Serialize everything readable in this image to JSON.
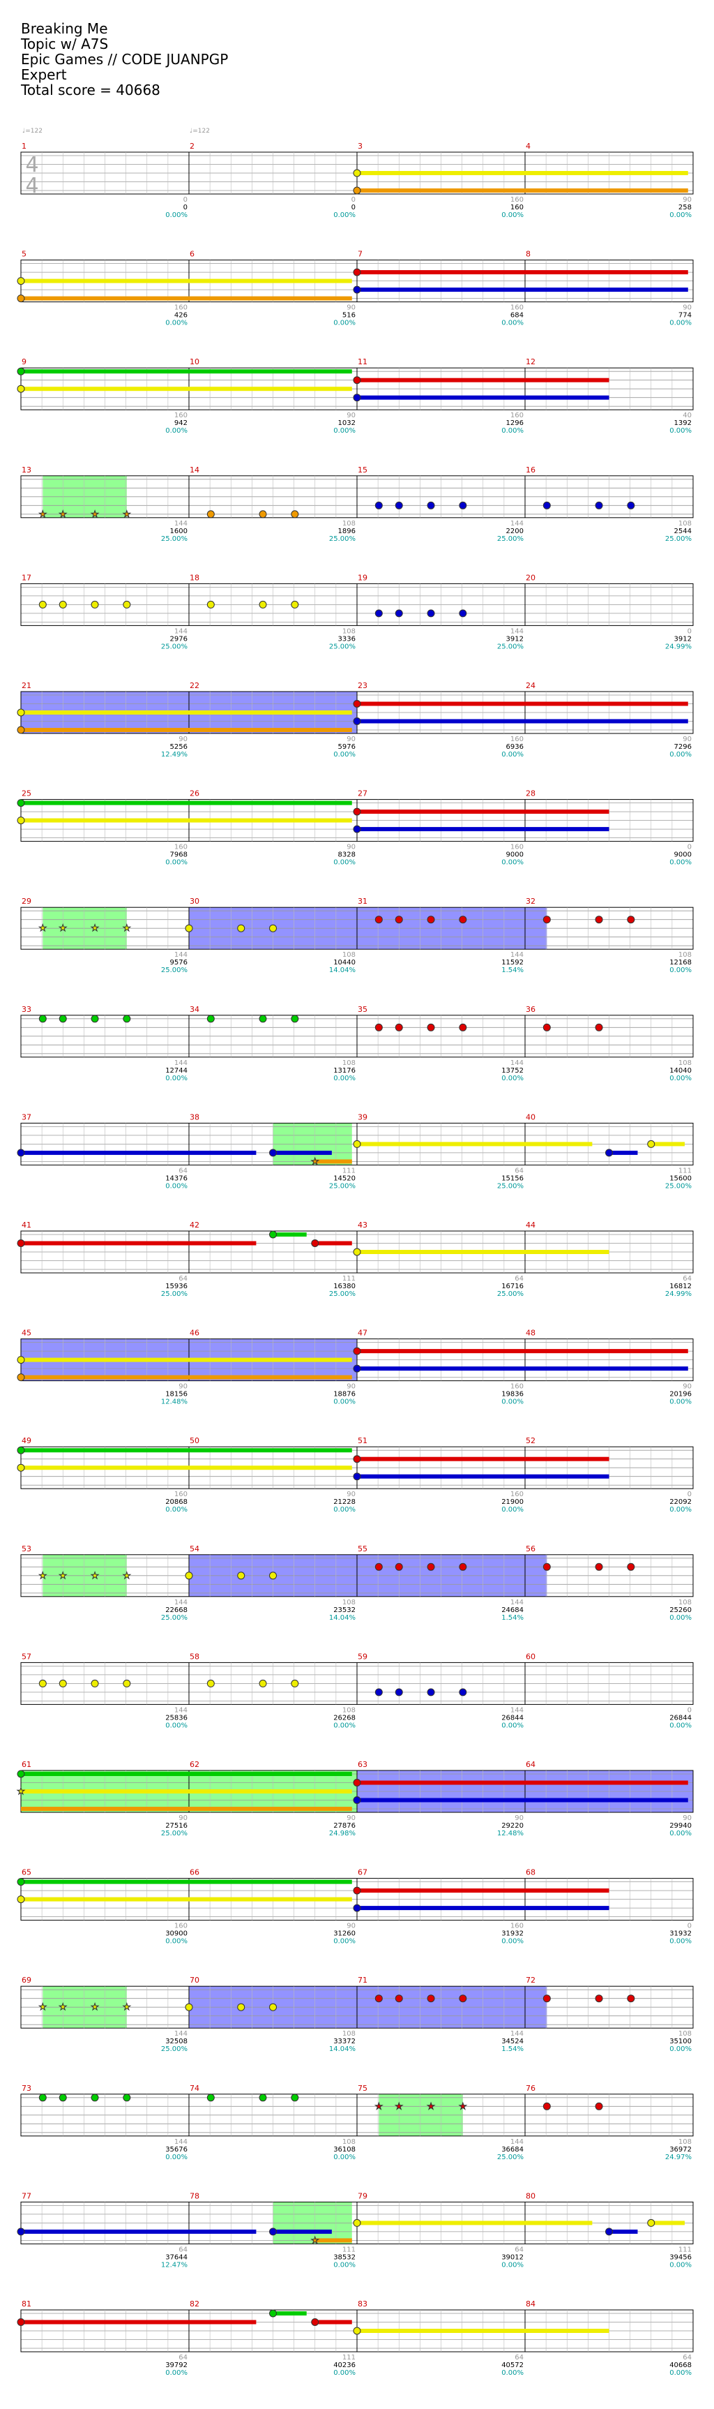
{
  "header": {
    "song_title": "Breaking Me",
    "artist": "Topic w/ A7S",
    "charter": "Epic Games // CODE JUANPGP",
    "difficulty": "Expert",
    "total_score": "Total score = 40668"
  },
  "tempo_markers": [
    "♩=122",
    "♩=122"
  ],
  "time_signature": [
    "4",
    "4"
  ],
  "colors": {
    "green": "#00cc00",
    "red": "#dd0000",
    "yellow": "#eeee00",
    "blue": "#0000cc",
    "orange": "#ee9900",
    "label_red": "#cc0000",
    "score_black": "#000000",
    "percent_teal": "#009999",
    "tick_gray": "#999999",
    "starpower": "#80ff80",
    "solo": "#8080ff"
  },
  "measures": [
    {
      "n": "1",
      "sub": "0",
      "score": "0",
      "pct": "0.00%"
    },
    {
      "n": "2",
      "sub": "0",
      "score": "0",
      "pct": "0.00%"
    },
    {
      "n": "3",
      "sub": "160",
      "score": "160",
      "pct": "0.00%"
    },
    {
      "n": "4",
      "sub": "90",
      "score": "258",
      "pct": "0.00%"
    },
    {
      "n": "5",
      "sub": "160",
      "score": "426",
      "pct": "0.00%"
    },
    {
      "n": "6",
      "sub": "90",
      "score": "516",
      "pct": "0.00%"
    },
    {
      "n": "7",
      "sub": "160",
      "score": "684",
      "pct": "0.00%"
    },
    {
      "n": "8",
      "sub": "90",
      "score": "774",
      "pct": "0.00%"
    },
    {
      "n": "9",
      "sub": "160",
      "score": "942",
      "pct": "0.00%"
    },
    {
      "n": "10",
      "sub": "90",
      "score": "1032",
      "pct": "0.00%"
    },
    {
      "n": "11",
      "sub": "160",
      "score": "1296",
      "pct": "0.00%"
    },
    {
      "n": "12",
      "sub": "40",
      "score": "1392",
      "pct": "0.00%"
    },
    {
      "n": "13",
      "sub": "144",
      "score": "1600",
      "pct": "25.00%"
    },
    {
      "n": "14",
      "sub": "108",
      "score": "1896",
      "pct": "25.00%"
    },
    {
      "n": "15",
      "sub": "144",
      "score": "2200",
      "pct": "25.00%"
    },
    {
      "n": "16",
      "sub": "108",
      "score": "2544",
      "pct": "25.00%"
    },
    {
      "n": "17",
      "sub": "144",
      "score": "2976",
      "pct": "25.00%"
    },
    {
      "n": "18",
      "sub": "108",
      "score": "3336",
      "pct": "25.00%"
    },
    {
      "n": "19",
      "sub": "144",
      "score": "3912",
      "pct": "25.00%"
    },
    {
      "n": "20",
      "sub": "0",
      "score": "3912",
      "pct": "24.99%"
    },
    {
      "n": "21",
      "sub": "90",
      "score": "5256",
      "pct": "12.49%"
    },
    {
      "n": "22",
      "sub": "90",
      "score": "5976",
      "pct": "0.00%"
    },
    {
      "n": "23",
      "sub": "160",
      "score": "6936",
      "pct": "0.00%"
    },
    {
      "n": "24",
      "sub": "90",
      "score": "7296",
      "pct": "0.00%"
    },
    {
      "n": "25",
      "sub": "160",
      "score": "7968",
      "pct": "0.00%"
    },
    {
      "n": "26",
      "sub": "90",
      "score": "8328",
      "pct": "0.00%"
    },
    {
      "n": "27",
      "sub": "160",
      "score": "9000",
      "pct": "0.00%"
    },
    {
      "n": "28",
      "sub": "0",
      "score": "9000",
      "pct": "0.00%"
    },
    {
      "n": "29",
      "sub": "144",
      "score": "9576",
      "pct": "25.00%"
    },
    {
      "n": "30",
      "sub": "108",
      "score": "10440",
      "pct": "14.04%"
    },
    {
      "n": "31",
      "sub": "144",
      "score": "11592",
      "pct": "1.54%"
    },
    {
      "n": "32",
      "sub": "108",
      "score": "12168",
      "pct": "0.00%"
    },
    {
      "n": "33",
      "sub": "144",
      "score": "12744",
      "pct": "0.00%"
    },
    {
      "n": "34",
      "sub": "108",
      "score": "13176",
      "pct": "0.00%"
    },
    {
      "n": "35",
      "sub": "144",
      "score": "13752",
      "pct": "0.00%"
    },
    {
      "n": "36",
      "sub": "108",
      "score": "14040",
      "pct": "0.00%"
    },
    {
      "n": "37",
      "sub": "64",
      "score": "14376",
      "pct": "0.00%"
    },
    {
      "n": "38",
      "sub": "111",
      "score": "14520",
      "pct": "25.00%"
    },
    {
      "n": "39",
      "sub": "64",
      "score": "15156",
      "pct": "25.00%"
    },
    {
      "n": "40",
      "sub": "111",
      "score": "15600",
      "pct": "25.00%"
    },
    {
      "n": "41",
      "sub": "64",
      "score": "15936",
      "pct": "25.00%"
    },
    {
      "n": "42",
      "sub": "111",
      "score": "16380",
      "pct": "25.00%"
    },
    {
      "n": "43",
      "sub": "64",
      "score": "16716",
      "pct": "25.00%"
    },
    {
      "n": "44",
      "sub": "64",
      "score": "16812",
      "pct": "24.99%"
    },
    {
      "n": "45",
      "sub": "90",
      "score": "18156",
      "pct": "12.48%"
    },
    {
      "n": "46",
      "sub": "90",
      "score": "18876",
      "pct": "0.00%"
    },
    {
      "n": "47",
      "sub": "160",
      "score": "19836",
      "pct": "0.00%"
    },
    {
      "n": "48",
      "sub": "90",
      "score": "20196",
      "pct": "0.00%"
    },
    {
      "n": "49",
      "sub": "160",
      "score": "20868",
      "pct": "0.00%"
    },
    {
      "n": "50",
      "sub": "90",
      "score": "21228",
      "pct": "0.00%"
    },
    {
      "n": "51",
      "sub": "160",
      "score": "21900",
      "pct": "0.00%"
    },
    {
      "n": "52",
      "sub": "0",
      "score": "22092",
      "pct": "0.00%"
    },
    {
      "n": "53",
      "sub": "144",
      "score": "22668",
      "pct": "25.00%"
    },
    {
      "n": "54",
      "sub": "108",
      "score": "23532",
      "pct": "14.04%"
    },
    {
      "n": "55",
      "sub": "144",
      "score": "24684",
      "pct": "1.54%"
    },
    {
      "n": "56",
      "sub": "108",
      "score": "25260",
      "pct": "0.00%"
    },
    {
      "n": "57",
      "sub": "144",
      "score": "25836",
      "pct": "0.00%"
    },
    {
      "n": "58",
      "sub": "108",
      "score": "26268",
      "pct": "0.00%"
    },
    {
      "n": "59",
      "sub": "144",
      "score": "26844",
      "pct": "0.00%"
    },
    {
      "n": "60",
      "sub": "0",
      "score": "26844",
      "pct": "0.00%"
    },
    {
      "n": "61",
      "sub": "90",
      "score": "27516",
      "pct": "25.00%"
    },
    {
      "n": "62",
      "sub": "90",
      "score": "27876",
      "pct": "24.98%"
    },
    {
      "n": "63",
      "sub": "90",
      "score": "29220",
      "pct": "12.48%"
    },
    {
      "n": "64",
      "sub": "90",
      "score": "29940",
      "pct": "0.00%"
    },
    {
      "n": "65",
      "sub": "160",
      "score": "30900",
      "pct": "0.00%"
    },
    {
      "n": "66",
      "sub": "90",
      "score": "31260",
      "pct": "0.00%"
    },
    {
      "n": "67",
      "sub": "160",
      "score": "31932",
      "pct": "0.00%"
    },
    {
      "n": "68",
      "sub": "0",
      "score": "31932",
      "pct": "0.00%"
    },
    {
      "n": "69",
      "sub": "144",
      "score": "32508",
      "pct": "25.00%"
    },
    {
      "n": "70",
      "sub": "108",
      "score": "33372",
      "pct": "14.04%"
    },
    {
      "n": "71",
      "sub": "144",
      "score": "34524",
      "pct": "1.54%"
    },
    {
      "n": "72",
      "sub": "108",
      "score": "35100",
      "pct": "0.00%"
    },
    {
      "n": "73",
      "sub": "144",
      "score": "35676",
      "pct": "0.00%"
    },
    {
      "n": "74",
      "sub": "108",
      "score": "36108",
      "pct": "0.00%"
    },
    {
      "n": "75",
      "sub": "144",
      "score": "36684",
      "pct": "25.00%"
    },
    {
      "n": "76",
      "sub": "108",
      "score": "36972",
      "pct": "24.97%"
    },
    {
      "n": "77",
      "sub": "64",
      "score": "37644",
      "pct": "12.47%"
    },
    {
      "n": "78",
      "sub": "111",
      "score": "38532",
      "pct": "0.00%"
    },
    {
      "n": "79",
      "sub": "64",
      "score": "39012",
      "pct": "0.00%"
    },
    {
      "n": "80",
      "sub": "111",
      "score": "39456",
      "pct": "0.00%"
    },
    {
      "n": "81",
      "sub": "64",
      "score": "39792",
      "pct": "0.00%"
    },
    {
      "n": "82",
      "sub": "111",
      "score": "40236",
      "pct": "0.00%"
    },
    {
      "n": "83",
      "sub": "64",
      "score": "40572",
      "pct": "0.00%"
    },
    {
      "n": "84",
      "sub": "64",
      "score": "40668",
      "pct": "0.00%"
    }
  ],
  "row_patterns": [
    "A",
    "B",
    "C",
    "D",
    "E",
    "F",
    "C",
    "G",
    "H",
    "I",
    "J",
    "F",
    "C",
    "G",
    "E",
    "K",
    "C",
    "G",
    "L",
    "I",
    "J"
  ]
}
